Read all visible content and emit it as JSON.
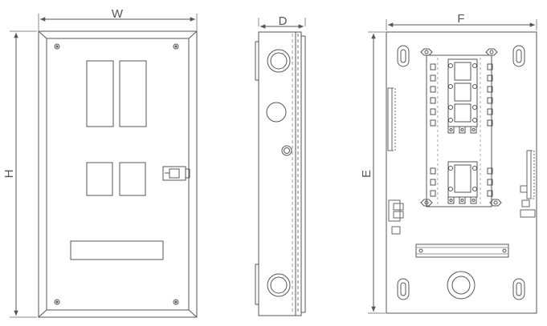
{
  "dimensions": {
    "front_width": "W",
    "front_height": "H",
    "side_depth": "D",
    "interior_width": "F",
    "interior_height": "E"
  },
  "colors": {
    "line": "#555555",
    "light_line": "#999999",
    "fill": "#ffffff"
  },
  "views": [
    "front-view",
    "side-view",
    "interior-view"
  ]
}
